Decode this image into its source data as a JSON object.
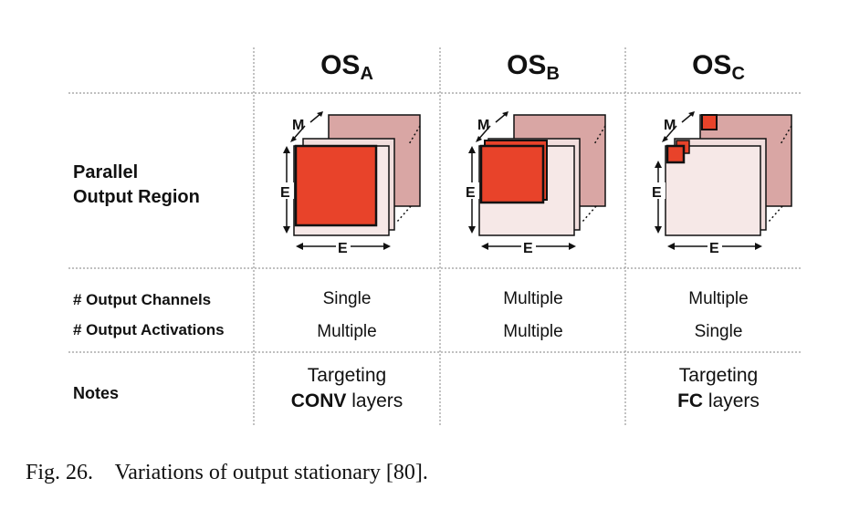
{
  "columns": [
    {
      "main": "OS",
      "sub": "A"
    },
    {
      "main": "OS",
      "sub": "B"
    },
    {
      "main": "OS",
      "sub": "C"
    }
  ],
  "rows": {
    "parallel_region": {
      "line1": "Parallel",
      "line2": "Output Region"
    },
    "output_channels": "# Output Channels",
    "output_activations": "# Output Activations",
    "notes": "Notes"
  },
  "diagram_labels": {
    "m": "M",
    "e_vertical": "E",
    "e_horizontal": "E"
  },
  "cells": {
    "channels": [
      "Single",
      "Multiple",
      "Multiple"
    ],
    "activations": [
      "Multiple",
      "Multiple",
      "Single"
    ],
    "notes": [
      {
        "line1": "Targeting",
        "bold": "CONV",
        "rest": " layers"
      },
      {
        "line1": "",
        "bold": "",
        "rest": ""
      },
      {
        "line1": "Targeting",
        "bold": "FC",
        "rest": " layers"
      }
    ]
  },
  "caption": "Fig. 26.    Variations of output stationary [80].",
  "colors": {
    "highlight": "#e8432a",
    "back_plane": "#d9a6a4",
    "mid_plane": "#f1dedd",
    "front_plane": "#f6e8e7"
  }
}
